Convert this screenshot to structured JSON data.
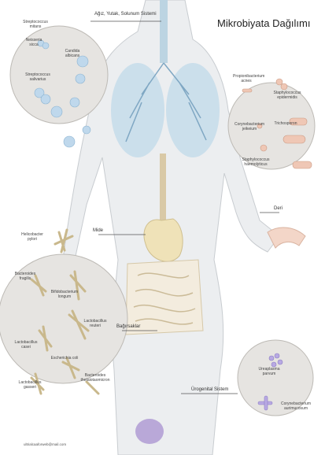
{
  "title": "Mikrobiyata Dağılımı",
  "labels": {
    "airways": "Ağız, Yutak, Solunum Sistemi",
    "stomach": "Mide",
    "intestines": "Bağırsaklar",
    "skin": "Deri",
    "urogenital": "Ürogenital Sistem"
  },
  "circles": {
    "oral": [
      "Streptococcus mitans",
      "Neisseria sicca",
      "Candida albicans",
      "Streptococcus salivarius"
    ],
    "skin": [
      "Propionibacterium acnes",
      "Staphylococcus epidermidis",
      "Corynebacterium jeikeium",
      "Trichosporon",
      "Staphylococcus haemolyticus"
    ],
    "gut": [
      "Helicobacter pylori",
      "Bacteroides fragilis",
      "Bifidobacterium longum",
      "Lactobacillus reuteri",
      "Lactobacillus casei",
      "Escherichia coli",
      "Lactobacillus gasseri",
      "Bacteroides thetaiotaomicron"
    ],
    "uro": [
      "Ureaplasma parvum",
      "Corynebacterium aurimucosum"
    ]
  },
  "credit": "ultrialcaaforweb@mail.com",
  "colors": {
    "lungs": "#c5dcea",
    "circle_fill": "#e6e4e1",
    "stomach": "#efe2b8",
    "intestine": "#f3ecde",
    "bladder": "#b9a8d8"
  }
}
